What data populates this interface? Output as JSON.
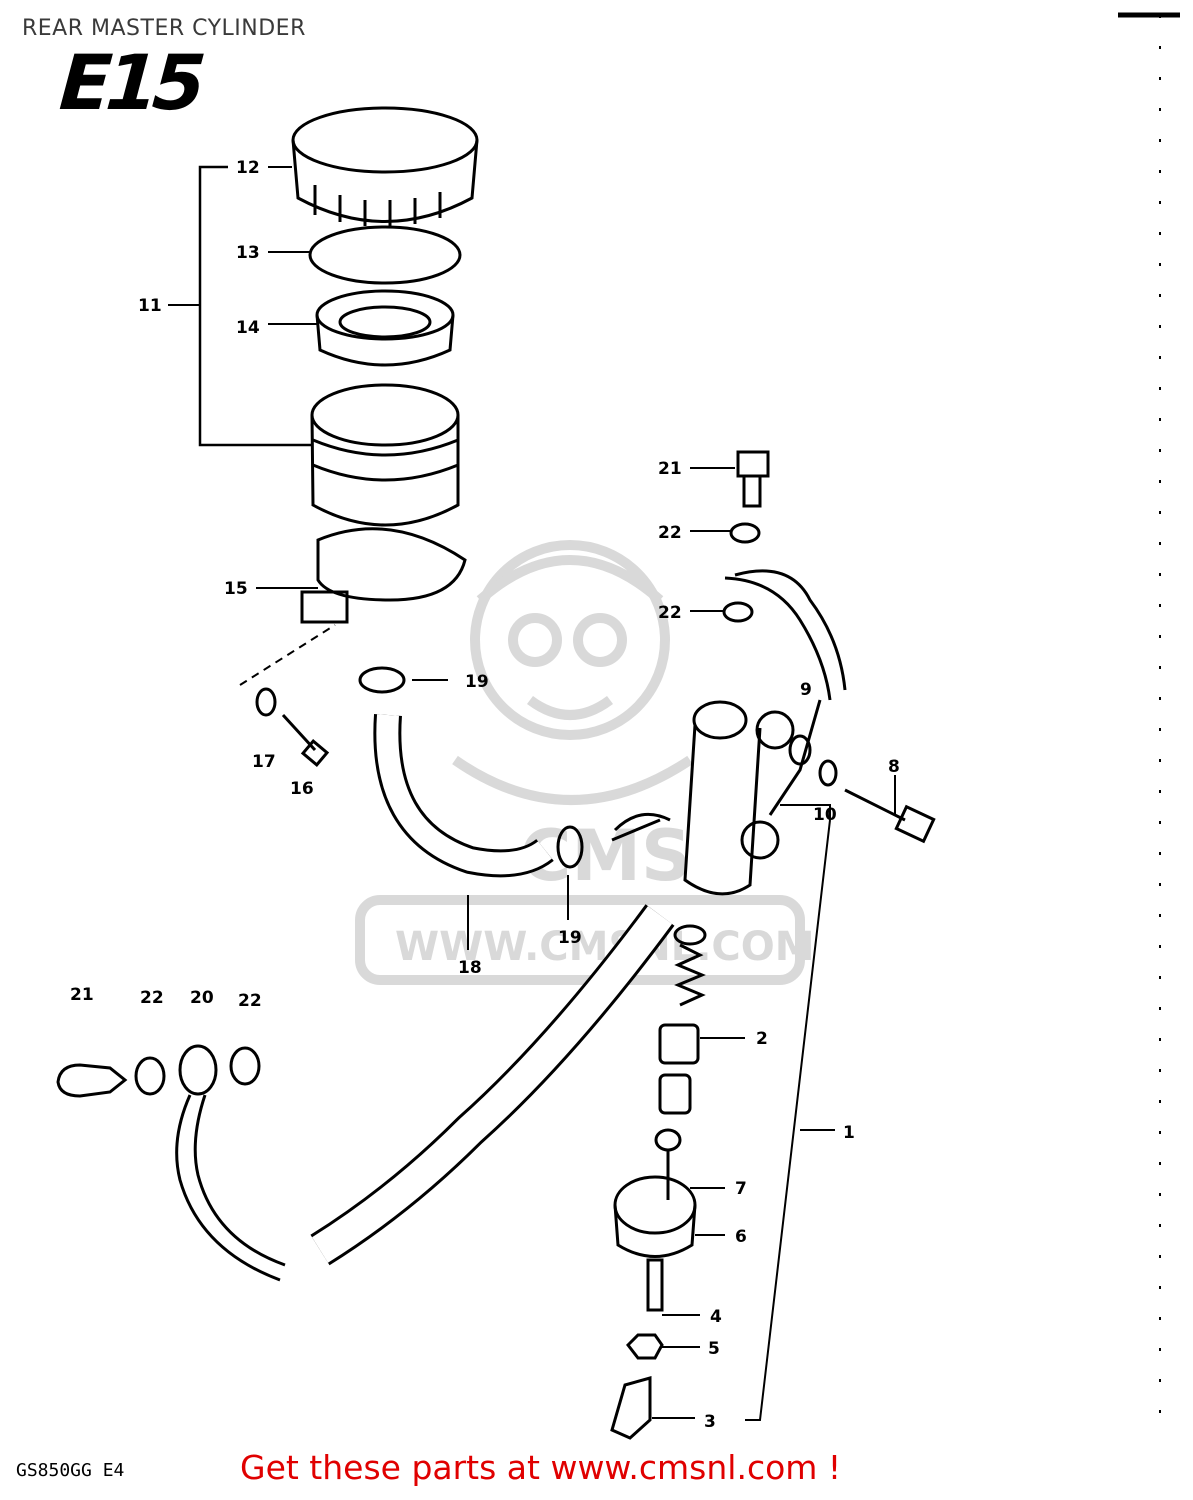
{
  "header": {
    "title": "REAR MASTER CYLINDER",
    "section_code": "E15"
  },
  "footer": {
    "model_code": "GS850GG  E4",
    "cta": "Get these parts at www.cmsnl.com !"
  },
  "watermark": {
    "text": "WWW.CMSNL.COM",
    "brand": "CMS"
  },
  "callouts": [
    {
      "id": "c-12",
      "label": "12"
    },
    {
      "id": "c-13",
      "label": "13"
    },
    {
      "id": "c-11",
      "label": "11"
    },
    {
      "id": "c-14",
      "label": "14"
    },
    {
      "id": "c-15",
      "label": "15"
    },
    {
      "id": "c-17",
      "label": "17"
    },
    {
      "id": "c-16",
      "label": "16"
    },
    {
      "id": "c-19a",
      "label": "19"
    },
    {
      "id": "c-19b",
      "label": "19"
    },
    {
      "id": "c-18",
      "label": "18"
    },
    {
      "id": "c-21a",
      "label": "21"
    },
    {
      "id": "c-22a",
      "label": "22"
    },
    {
      "id": "c-22b",
      "label": "22"
    },
    {
      "id": "c-9",
      "label": "9"
    },
    {
      "id": "c-10",
      "label": "10"
    },
    {
      "id": "c-8",
      "label": "8"
    },
    {
      "id": "c-21b",
      "label": "21"
    },
    {
      "id": "c-22c",
      "label": "22"
    },
    {
      "id": "c-20",
      "label": "20"
    },
    {
      "id": "c-22d",
      "label": "22"
    },
    {
      "id": "c-2",
      "label": "2"
    },
    {
      "id": "c-1",
      "label": "1"
    },
    {
      "id": "c-7",
      "label": "7"
    },
    {
      "id": "c-6",
      "label": "6"
    },
    {
      "id": "c-4",
      "label": "4"
    },
    {
      "id": "c-5",
      "label": "5"
    },
    {
      "id": "c-3",
      "label": "3"
    }
  ],
  "colors": {
    "line": "#000000",
    "watermark": "#d9d9d9",
    "cta": "#e00000"
  }
}
